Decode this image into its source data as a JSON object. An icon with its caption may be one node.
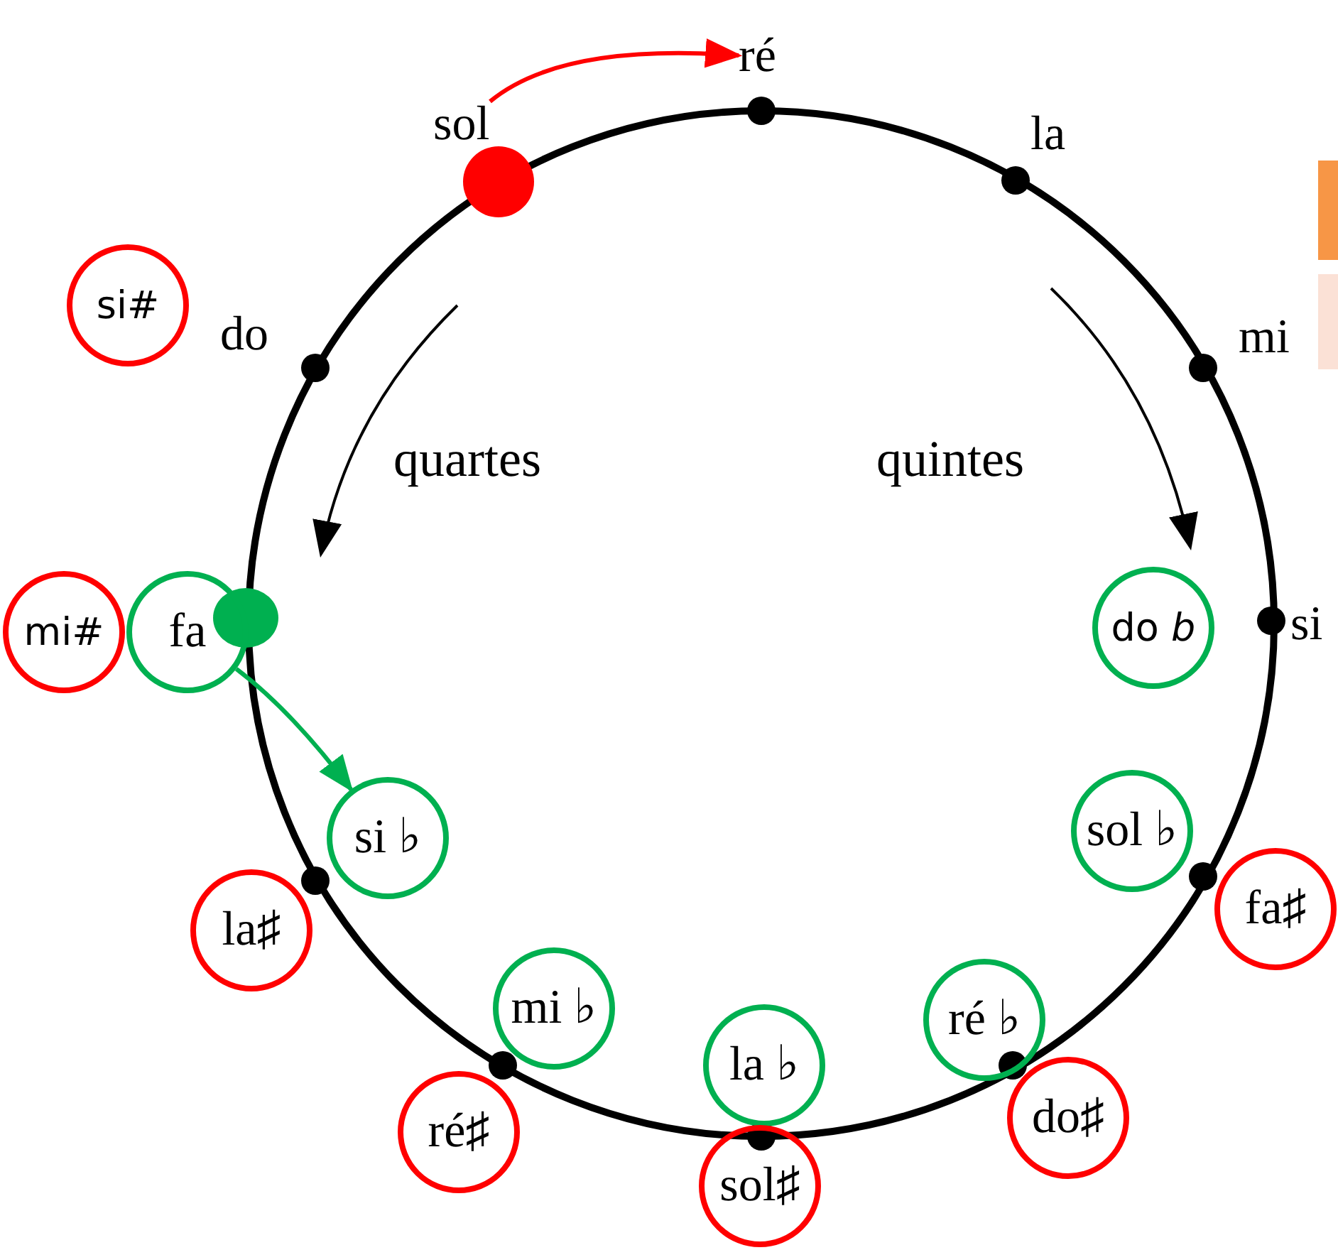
{
  "diagram": {
    "nodes": [
      {
        "text": [
          "ré"
        ]
      },
      {
        "text": [
          "sol"
        ]
      },
      {
        "text": [
          "la"
        ]
      },
      {
        "text": [
          "si#"
        ]
      },
      {
        "text": [
          "do"
        ]
      },
      {
        "text": [
          "mi"
        ]
      },
      {
        "text": [
          "mi#"
        ]
      },
      {
        "text": [
          "fa"
        ]
      },
      {
        "text": [
          "do *b*"
        ]
      },
      {
        "text": [
          "si"
        ]
      },
      {
        "text": [
          "si ♭"
        ]
      },
      {
        "text": [
          "sol ♭"
        ]
      },
      {
        "text": [
          "fa♯"
        ]
      },
      {
        "text": [
          "la♯"
        ]
      },
      {
        "text": [
          "mi ♭"
        ]
      },
      {
        "text": [
          "ré ♭"
        ]
      },
      {
        "text": [
          "la ♭"
        ]
      },
      {
        "text": [
          "do♯"
        ]
      },
      {
        "text": [
          "ré♯"
        ]
      },
      {
        "text": [
          "sol♯"
        ]
      }
    ],
    "edges": [
      {
        "from": 1,
        "to": 0,
        "arrow": "to",
        "color": "#ff0000"
      },
      {
        "from": 7,
        "to": 10,
        "arrow": "to",
        "color": "#00b050"
      }
    ],
    "labels": [
      "quartes",
      "quintes"
    ]
  }
}
